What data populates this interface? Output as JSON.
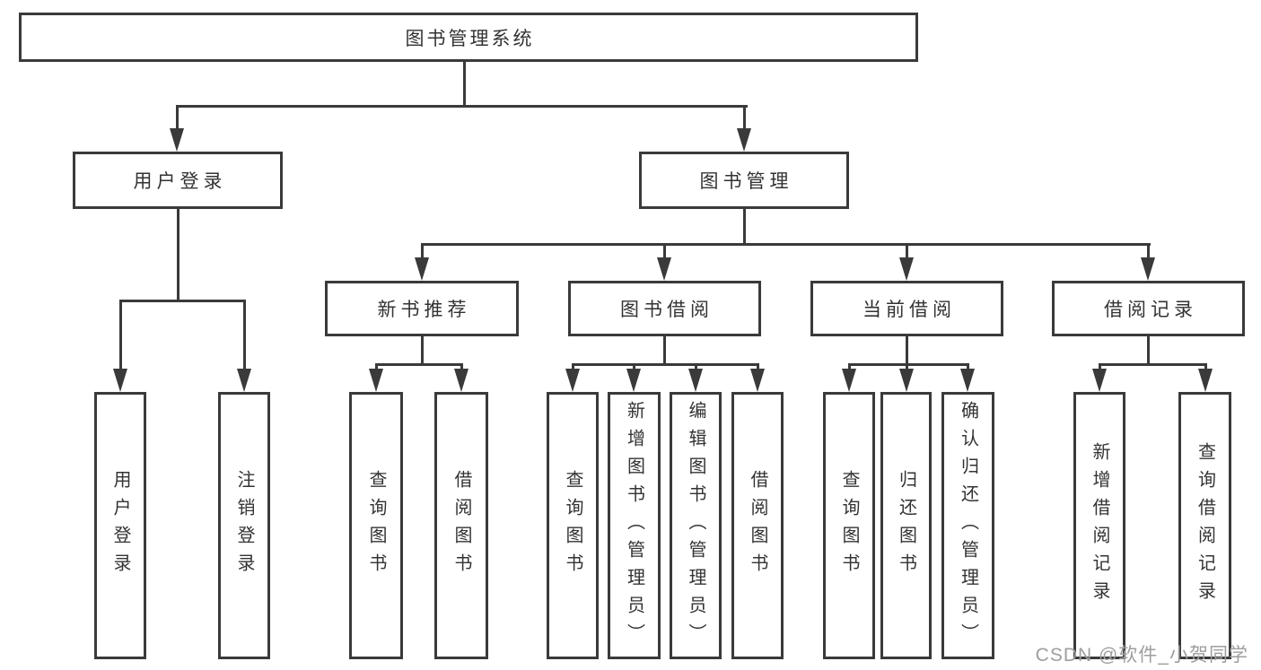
{
  "tree": {
    "label": "图书管理系统",
    "children": [
      {
        "label": "用户登录",
        "children": [
          {
            "label": "用户登录"
          },
          {
            "label": "注销登录"
          }
        ]
      },
      {
        "label": "图书管理",
        "children": [
          {
            "label": "新书推荐",
            "children": [
              {
                "label": "查询图书"
              },
              {
                "label": "借阅图书"
              }
            ]
          },
          {
            "label": "图书借阅",
            "children": [
              {
                "label": "查询图书"
              },
              {
                "label": "新增图书（管理员）"
              },
              {
                "label": "编辑图书（管理员）"
              },
              {
                "label": "借阅图书"
              }
            ]
          },
          {
            "label": "当前借阅",
            "children": [
              {
                "label": "查询图书"
              },
              {
                "label": "归还图书"
              },
              {
                "label": "确认归还（管理员）"
              }
            ]
          },
          {
            "label": "借阅记录",
            "children": [
              {
                "label": "新增借阅记录"
              },
              {
                "label": "查询借阅记录"
              }
            ]
          }
        ]
      }
    ]
  },
  "watermark": {
    "text": "CSDN @软件_小贺同学"
  },
  "colors": {
    "line": "#3a3a3a",
    "node_border": "#3a3a3a",
    "node_text": "#333333",
    "background": "#ffffff",
    "watermark_text": "#9e9e9e"
  }
}
